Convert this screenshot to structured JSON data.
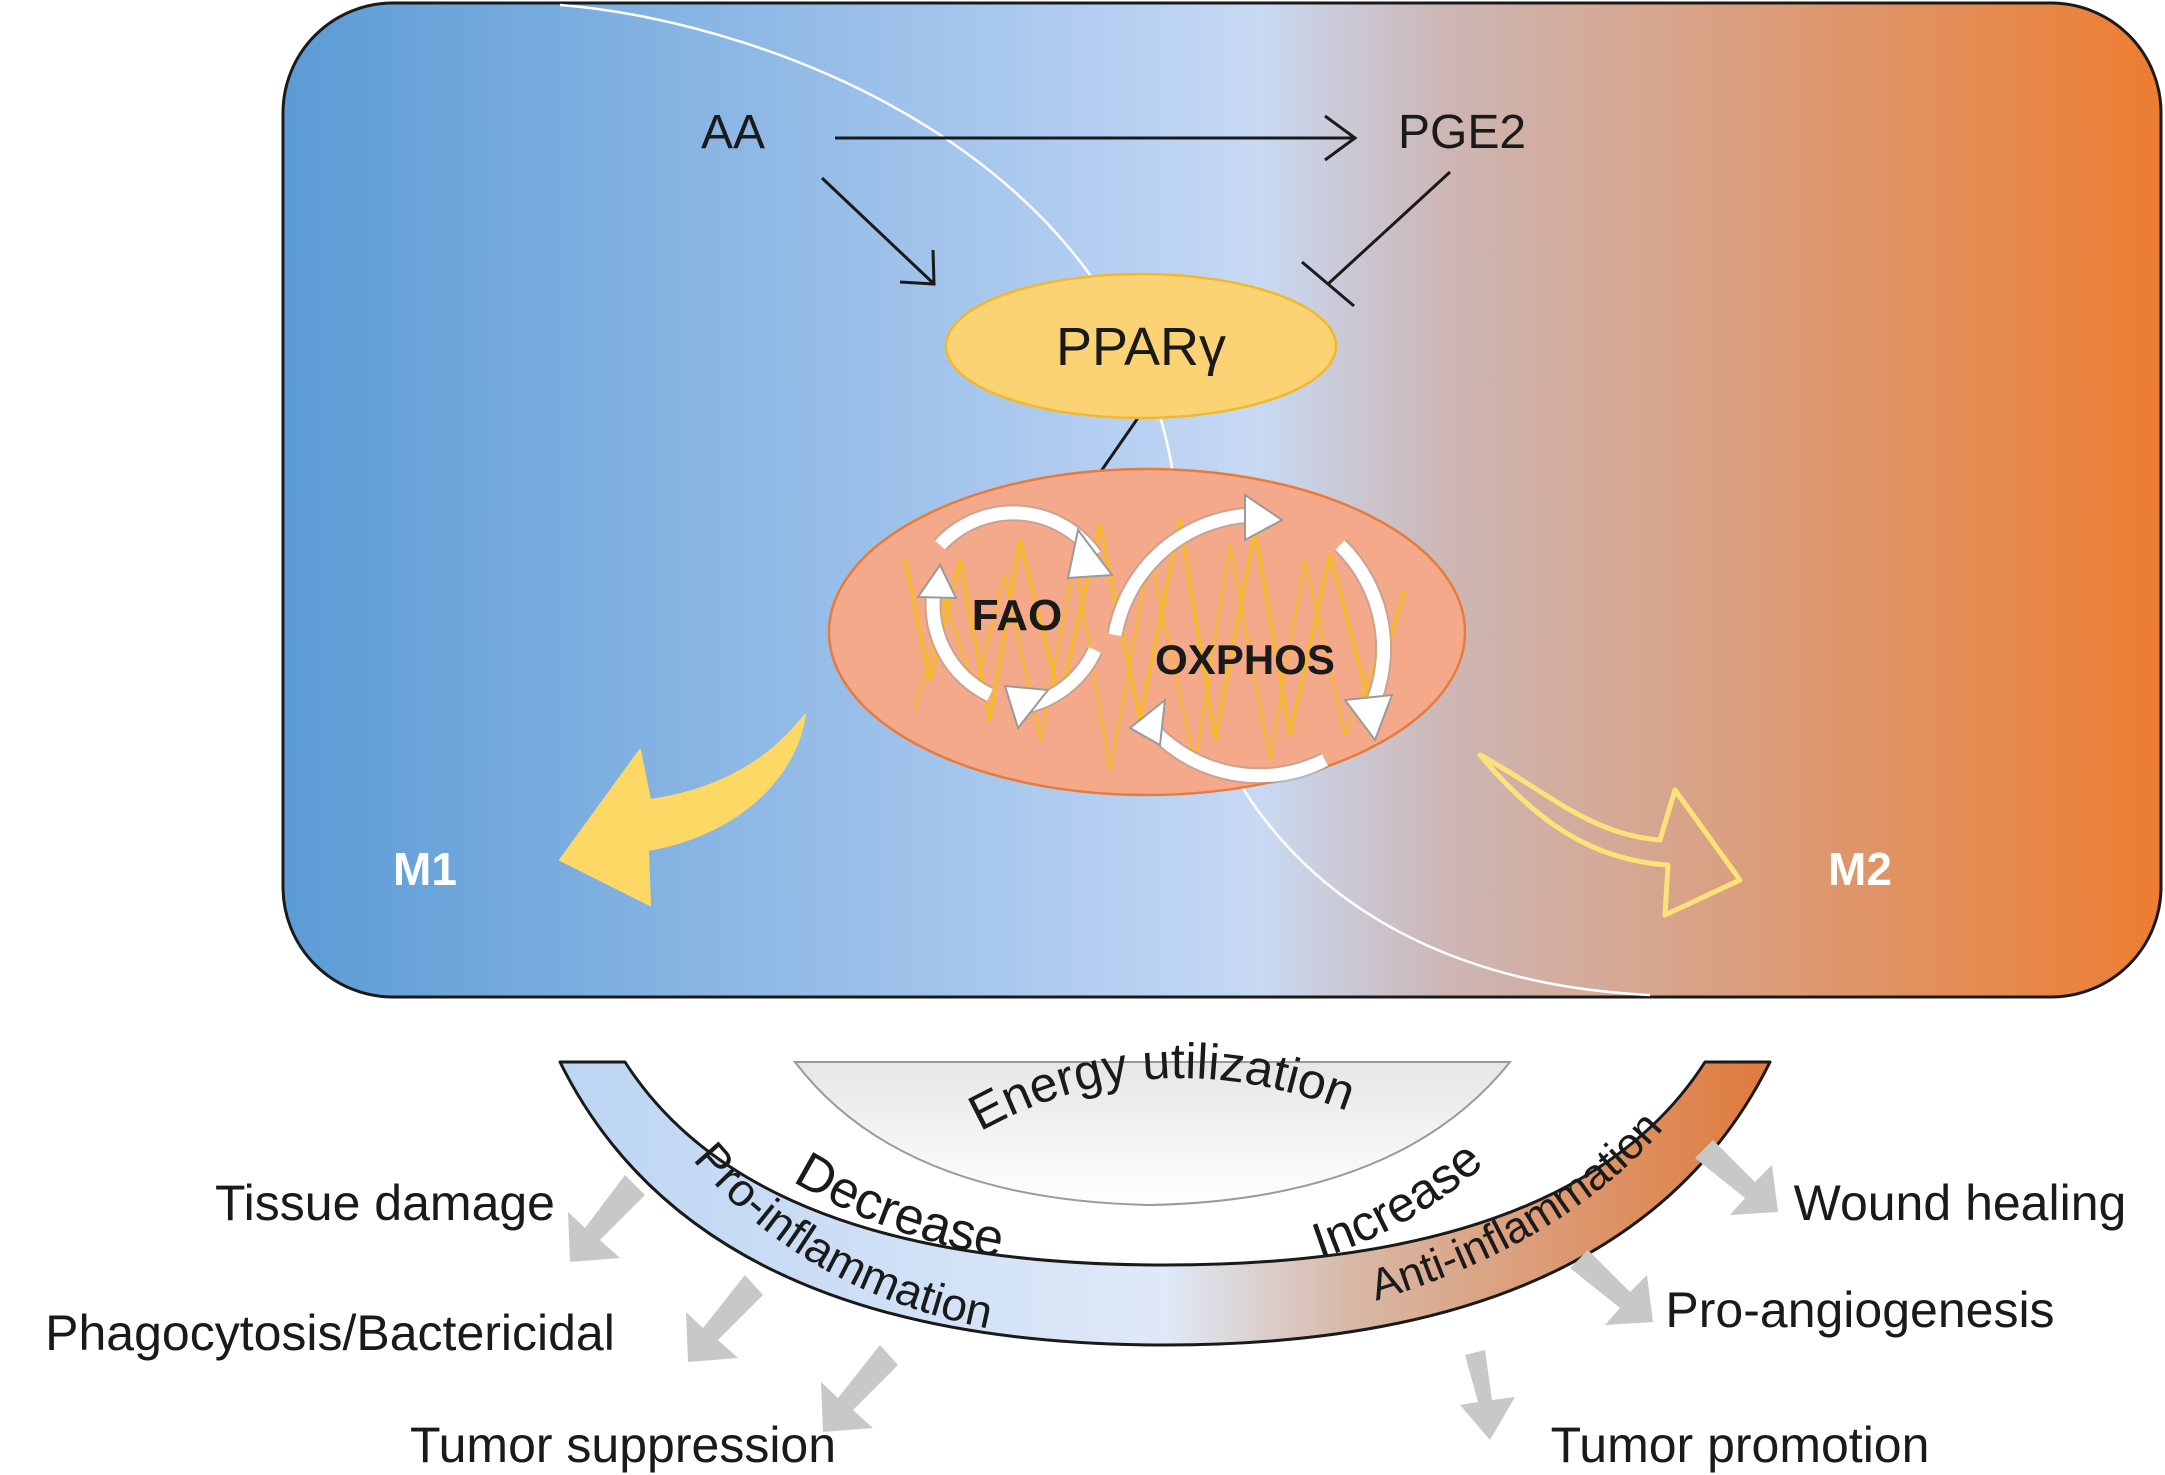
{
  "cell": {
    "aa": "AA",
    "pge2": "PGE2",
    "ppar": "PPARγ",
    "fao": "FAO",
    "oxphos": "OXPHOS",
    "m1": "M1",
    "m2": "M2"
  },
  "arc": {
    "energy": "Energy utilization",
    "decrease": "Decrease",
    "increase": "Increase",
    "pro_inflammation": "Pro-inflammation",
    "anti_inflammation": "Anti-inflammation"
  },
  "outcomes": {
    "left": [
      "Tissue damage",
      "Phagocytosis/Bactericidal",
      "Tumor suppression"
    ],
    "right": [
      "Wound healing",
      "Pro-angiogenesis",
      "Tumor promotion"
    ]
  },
  "colors": {
    "m1_blue": "#5b9bd5",
    "light_blue": "#c5daf6",
    "m2_orange": "#ed7d31",
    "ppar_fill": "#fbd375",
    "mito_fill": "#f4a98a",
    "yellow_arrow": "#fdd865",
    "gray_arrow": "#c8c8c8"
  }
}
